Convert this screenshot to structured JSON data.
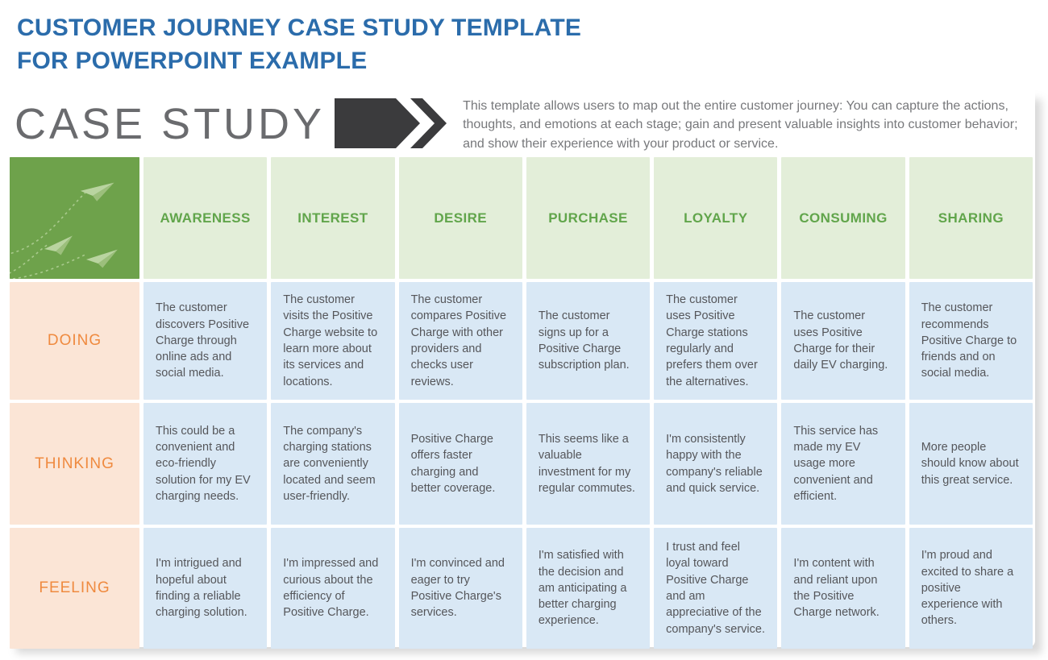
{
  "page": {
    "title": "CUSTOMER JOURNEY CASE STUDY TEMPLATE\nFOR POWERPOINT EXAMPLE"
  },
  "hero": {
    "heading": "CASE STUDY",
    "description": "This template allows users to map out the entire customer journey: You can capture the actions, thoughts, and emotions at each stage; gain and present valuable insights into customer behavior; and show their experience with your product or service."
  },
  "table": {
    "stages": [
      "AWARENESS",
      "INTEREST",
      "DESIRE",
      "PURCHASE",
      "LOYALTY",
      "CONSUMING",
      "SHARING"
    ],
    "rows": [
      {
        "label": "DOING",
        "cells": [
          "The customer discovers Positive Charge through online ads and social media.",
          "The customer visits the Positive Charge website to learn more about its services and locations.",
          "The customer compares Positive Charge with other providers and checks user reviews.",
          "The customer signs up for a Positive Charge subscription plan.",
          "The customer uses Positive Charge stations regularly and prefers them over the alternatives.",
          "The customer uses Positive Charge for their daily EV charging.",
          "The customer recommends Positive Charge to friends and on social media."
        ]
      },
      {
        "label": "THINKING",
        "cells": [
          "This could be a convenient and eco-friendly solution for my EV charging needs.",
          "The company's charging stations are conveniently located and seem user-friendly.",
          "Positive Charge offers faster charging and better coverage.",
          "This seems like a valuable investment for my regular commutes.",
          "I'm consistently happy with the company's reliable and quick service.",
          "This service has made my EV usage more convenient and efficient.",
          "More people should know about this great service."
        ]
      },
      {
        "label": "FEELING",
        "cells": [
          "I'm intrigued and hopeful about finding a reliable charging solution.",
          "I'm impressed and curious about the efficiency of Positive Charge.",
          "I'm convinced and eager to try Positive Charge's services.",
          "I'm satisfied with the decision and am anticipating a better charging experience.",
          "I trust and feel loyal toward Positive Charge and am appreciative of the company's service.",
          "I'm content with and reliant upon the Positive Charge network.",
          "I'm proud and excited to share a positive experience with others."
        ]
      }
    ]
  },
  "colors": {
    "title_blue": "#2b6cab",
    "heading_gray": "#6a6b6e",
    "arrow_charcoal": "#3b3b3d",
    "green_solid": "#6ea24b",
    "green_light": "#e3eed9",
    "green_text": "#61a54b",
    "peach": "#fbe5d6",
    "orange_text": "#ef8a3f",
    "blue_cell": "#d9e8f5",
    "cell_text": "#55565a"
  },
  "icons": {
    "arrow": "right-arrow-chevron",
    "corner_art": "paper-planes"
  }
}
